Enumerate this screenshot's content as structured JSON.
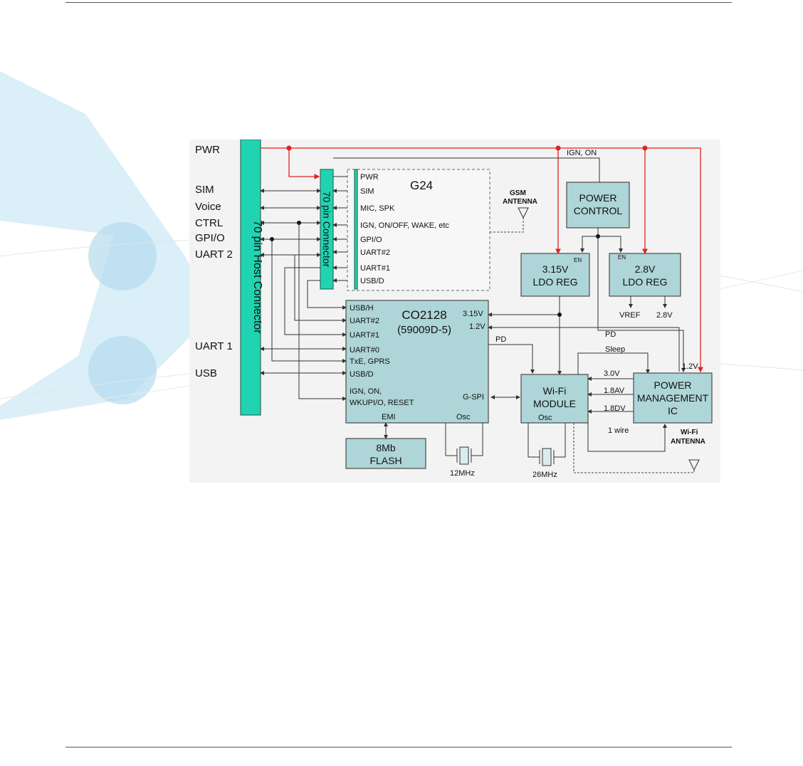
{
  "colors": {
    "block_fill": "#aed5d7",
    "connector_fill": "#21d4b1",
    "power_line": "#e02222",
    "diagram_bg": "#f3f3f3",
    "watermark": "#c9e8f4"
  },
  "left_labels": {
    "pwr": "PWR",
    "sim": "SIM",
    "voice": "Voice",
    "ctrl": "CTRL",
    "gpio": "GPI/O",
    "uart2": "UART 2",
    "uart1": "UART 1",
    "usb": "USB"
  },
  "host_connector": {
    "label": "70 pin Host Connector"
  },
  "pin_connector": {
    "label": "70 pin Connector"
  },
  "g24": {
    "title": "G24",
    "pins": [
      "PWR",
      "SIM",
      "MIC, SPK",
      "IGN, ON/OFF, WAKE, etc",
      "GPI/O",
      "UART#2",
      "UART#1",
      "USB/D"
    ]
  },
  "gsm_antenna": {
    "line1": "GSM",
    "line2": "ANTENNA"
  },
  "ign_on_label": "IGN, ON",
  "power_control": {
    "line1": "POWER",
    "line2": "CONTROL"
  },
  "ldo_315": {
    "line1": "3.15V",
    "line2": "LDO REG",
    "en": "EN"
  },
  "ldo_28": {
    "line1": "2.8V",
    "line2": "LDO REG",
    "en": "EN",
    "out1": "VREF",
    "out2": "2.8V"
  },
  "co2128": {
    "line1": "CO2128",
    "line2": "(59009D-5)",
    "pins_left": [
      "USB/H",
      "UART#2",
      "UART#1",
      "UART#0",
      "TxE, GPRS",
      "USB/D",
      "IGN, ON,",
      "WKUPI/O, RESET"
    ],
    "pin_315": "3.15V",
    "pin_12": "1.2V",
    "pin_gspi": "G-SPI",
    "pin_osc": "Osc",
    "pin_emi": "EMI"
  },
  "signals": {
    "pd_left": "PD",
    "pd_right": "PD",
    "sleep": "Sleep",
    "v30": "3.0V",
    "v18a": "1.8AV",
    "v18d": "1.8DV",
    "v12": "1.2V",
    "one_wire": "1 wire"
  },
  "wifi_module": {
    "line1": "Wi-Fi",
    "line2": "MODULE",
    "osc": "Osc"
  },
  "pmic": {
    "line1": "POWER",
    "line2": "MANAGEMENT",
    "line3": "IC"
  },
  "wifi_antenna": {
    "line1": "Wi-Fi",
    "line2": "ANTENNA"
  },
  "flash": {
    "line1": "8Mb",
    "line2": "FLASH"
  },
  "crystals": {
    "c1": "12MHz",
    "c2": "26MHz"
  }
}
